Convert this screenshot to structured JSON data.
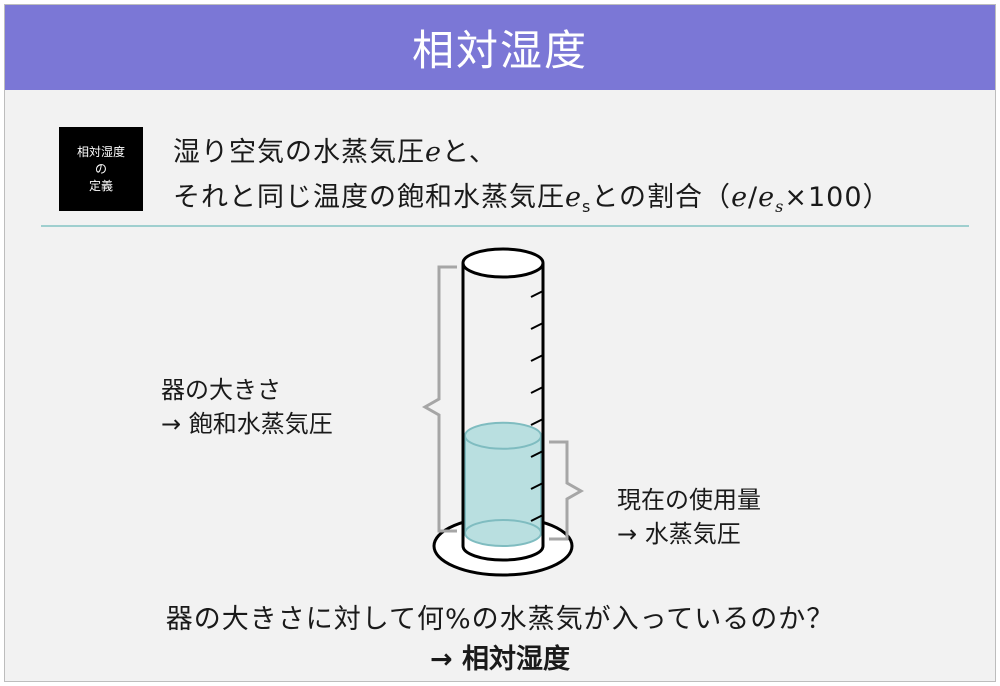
{
  "header": {
    "title": "相対湿度"
  },
  "definition": {
    "badge_line1": "相対湿度",
    "badge_line2": "の",
    "badge_line3": "定義",
    "line1_before": "湿り空気の水蒸気圧",
    "line1_var": "e",
    "line1_after": "と、",
    "line2_before": "それと同じ温度の飽和水蒸気圧",
    "line2_var": "e",
    "line2_sub": "s",
    "line2_mid": "との割合（",
    "ratio_num": "e",
    "ratio_slash": "/",
    "ratio_den": "e",
    "ratio_den_sub": "s",
    "ratio_tail": "×100）"
  },
  "diagram": {
    "left_label_line1": "器の大きさ",
    "left_label_line2": "→ 飽和水蒸気圧",
    "right_label_line1": "現在の使用量",
    "right_label_line2": "→ 水蒸気圧",
    "water_fill_fraction": 0.38,
    "colors": {
      "water": "#b9dfe0",
      "water_stroke": "#7fbcc0",
      "bracket": "#a6a6a6",
      "outline": "#000000"
    }
  },
  "bottom": {
    "question": "器の大きさに対して何%の水蒸気が入っているのか？",
    "answer": "→ 相対湿度"
  }
}
